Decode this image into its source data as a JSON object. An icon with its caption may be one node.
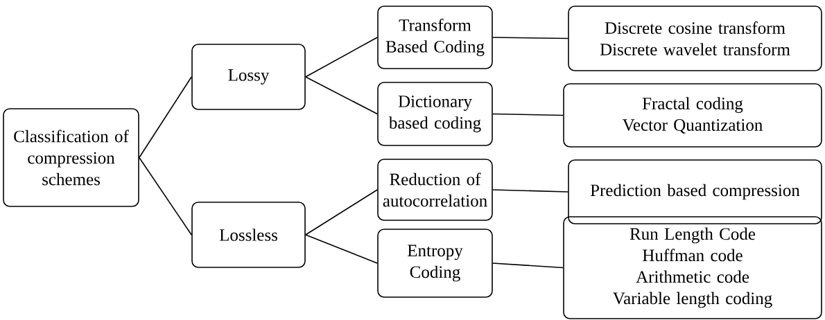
{
  "diagram": {
    "nodes": [
      {
        "text": [
          "Classification of compression schemes"
        ]
      },
      {
        "text": [
          "Lossy"
        ]
      },
      {
        "text": [
          "Lossless"
        ]
      },
      {
        "text": [
          "Transform Based Coding"
        ]
      },
      {
        "text": [
          "Dictionary based coding"
        ]
      },
      {
        "text": [
          "Reduction of autocorrelation"
        ]
      },
      {
        "text": [
          "Entropy Coding"
        ]
      },
      {
        "text": [
          "Discrete cosine transform",
          "Discrete wavelet transform"
        ]
      },
      {
        "text": [
          "Fractal coding",
          "Vector Quantization"
        ]
      },
      {
        "text": [
          "Prediction based compression"
        ]
      },
      {
        "text": [
          "Run Length Code",
          "Huffman code",
          "Arithmetic code",
          "Variable length coding"
        ]
      }
    ],
    "edges": [
      {
        "from": 0,
        "to": 1,
        "arrow": "none"
      },
      {
        "from": 0,
        "to": 2,
        "arrow": "none"
      },
      {
        "from": 1,
        "to": 3,
        "arrow": "none"
      },
      {
        "from": 1,
        "to": 4,
        "arrow": "none"
      },
      {
        "from": 2,
        "to": 5,
        "arrow": "none"
      },
      {
        "from": 2,
        "to": 6,
        "arrow": "none"
      },
      {
        "from": 3,
        "to": 7,
        "arrow": "none"
      },
      {
        "from": 4,
        "to": 8,
        "arrow": "none"
      },
      {
        "from": 5,
        "to": 9,
        "arrow": "none"
      },
      {
        "from": 6,
        "to": 10,
        "arrow": "none"
      }
    ]
  }
}
